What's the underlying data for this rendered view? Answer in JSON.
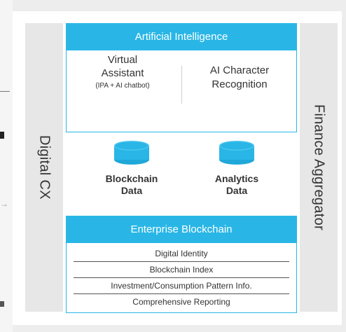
{
  "left_panel": {
    "arrow_glyph": "→"
  },
  "left_bar": {
    "label": "Digital CX"
  },
  "right_bar": {
    "label": "Finance Aggregator"
  },
  "ai_section": {
    "title": "Artificial Intelligence",
    "left_item": {
      "line1": "Virtual",
      "line2": "Assistant",
      "note": "(IPA + AI chatbot)"
    },
    "right_item": {
      "line1": "AI Character",
      "line2": "Recognition"
    }
  },
  "databases": [
    {
      "line1": "Blockchain",
      "line2": "Data",
      "icon": "database-icon"
    },
    {
      "line1": "Analytics",
      "line2": "Data",
      "icon": "database-icon"
    }
  ],
  "blockchain_section": {
    "title": "Enterprise Blockchain",
    "rows": [
      "Digital Identity",
      "Blockchain Index",
      "Investment/Consumption Pattern Info.",
      "Comprehensive Reporting"
    ]
  },
  "colors": {
    "accent": "#29b6e6",
    "bar_gray": "#e7e7e7",
    "text": "#333333"
  }
}
